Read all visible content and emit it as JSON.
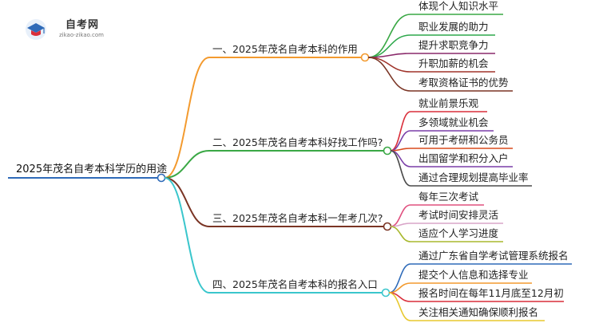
{
  "logo": {
    "title": "自考网",
    "url": "zikao-zikao.com"
  },
  "root": {
    "label": "2025年茂名自考本科学历的用途"
  },
  "branches": [
    {
      "label": "一、2025年茂名自考本科的作用",
      "color": "#f39a2e",
      "leaves": [
        {
          "label": "体现个人知识水平",
          "color": "#3aa845"
        },
        {
          "label": "职业发展的助力",
          "color": "#2ea84c"
        },
        {
          "label": "提升求职竞争力",
          "color": "#8a2a6b"
        },
        {
          "label": "升职加薪的机会",
          "color": "#a0332a"
        },
        {
          "label": "考取资格证书的优势",
          "color": "#7a3424"
        }
      ]
    },
    {
      "label": "二、2025年茂名自考本科好找工作吗?",
      "color": "#3aa845",
      "leaves": [
        {
          "label": "就业前景乐观",
          "color": "#d92e3a"
        },
        {
          "label": "多领域就业机会",
          "color": "#7a3fa8"
        },
        {
          "label": "可用于考研和公务员",
          "color": "#d94a1c"
        },
        {
          "label": "出国留学和积分入户",
          "color": "#7a3fa8"
        },
        {
          "label": "通过合理规划提高毕业率",
          "color": "#4a4a4a"
        }
      ]
    },
    {
      "label": "三、2025年茂名自考本科一年考几次?",
      "color": "#7a3424",
      "leaves": [
        {
          "label": "每年三次考试",
          "color": "#e0507f"
        },
        {
          "label": "考试时间安排灵活",
          "color": "#d9a5c8"
        },
        {
          "label": "适应个人学习进度",
          "color": "#a8b82e"
        }
      ]
    },
    {
      "label": "四、2025年茂名自考本科的报名入口",
      "color": "#3ac6cc",
      "leaves": [
        {
          "label": "通过广东省自学考试管理系统报名",
          "color": "#2e6ab8"
        },
        {
          "label": "提交个人信息和选择专业",
          "color": "#f39a2e"
        },
        {
          "label": "报名时间在每年11月底至12月初",
          "color": "#d92e3a"
        },
        {
          "label": "关注相关通知确保顺利报名",
          "color": "#e8c82e"
        }
      ]
    }
  ],
  "root_color": "#2e6ab8"
}
